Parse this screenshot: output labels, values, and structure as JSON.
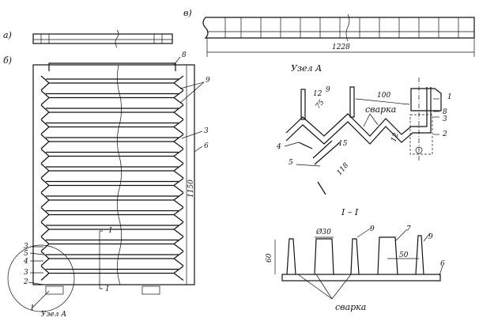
{
  "views": {
    "a": {
      "label": "а)"
    },
    "b": {
      "label": "б)",
      "height_dim": "1150"
    },
    "v": {
      "label": "в)",
      "length_dim": "1228"
    }
  },
  "plan_callouts": {
    "c8": "8",
    "c9": "9",
    "c3": "3",
    "c6": "6",
    "l3a": "3",
    "l5": "5",
    "l4": "4",
    "l3b": "3",
    "l2": "2",
    "l1": "1",
    "node": "Узел А",
    "sec1": "I",
    "sec2": "I"
  },
  "node_a": {
    "title": "Узел А",
    "dims": {
      "d12a": "12",
      "d75": "75",
      "d100": "100",
      "d15": "15",
      "d118": "118",
      "d12b": "12"
    },
    "weld": "сварка",
    "callouts": {
      "c1": "1",
      "c8": "8",
      "c3": "3",
      "c2": "2",
      "c9": "9",
      "c4": "4",
      "c5": "5"
    }
  },
  "section": {
    "title": "I – I",
    "dims": {
      "d60": "60",
      "dia": "Ø30",
      "d50": "50"
    },
    "weld": "сварка",
    "callouts": {
      "c9a": "9",
      "c7": "7",
      "c9b": "9",
      "c6": "6"
    }
  }
}
